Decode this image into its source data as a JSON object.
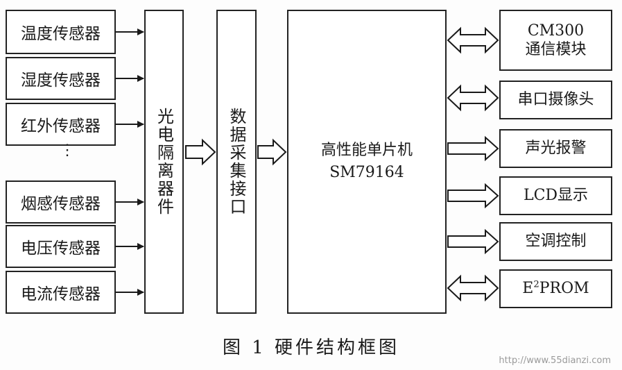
{
  "sensors": [
    {
      "label": "温度传感器"
    },
    {
      "label": "湿度传感器"
    },
    {
      "label": "红外传感器"
    },
    {
      "label": "烟感传感器"
    },
    {
      "label": "电压传感器"
    },
    {
      "label": "电流传感器"
    }
  ],
  "ellipsis": "⋮",
  "isolator": "光电隔离器件",
  "acquisition": "数据采集接口",
  "mcu": {
    "line1": "高性能单片机",
    "line2": "SM79164"
  },
  "peripherals": [
    {
      "line1": "CM300",
      "line2": "通信模块",
      "link": "bidirectional"
    },
    {
      "line1": "串口摄像头",
      "line2": "",
      "link": "bidirectional"
    },
    {
      "line1": "声光报警",
      "line2": "",
      "link": "output"
    },
    {
      "line1": "LCD显示",
      "line2": "",
      "link": "output"
    },
    {
      "line1": "空调控制",
      "line2": "",
      "link": "output"
    },
    {
      "line1": "E",
      "sup": "2",
      "rest": "PROM",
      "link": "bidirectional"
    }
  ],
  "caption": "图 1   硬件结构框图",
  "watermark": "http://www.55dianzi.com"
}
